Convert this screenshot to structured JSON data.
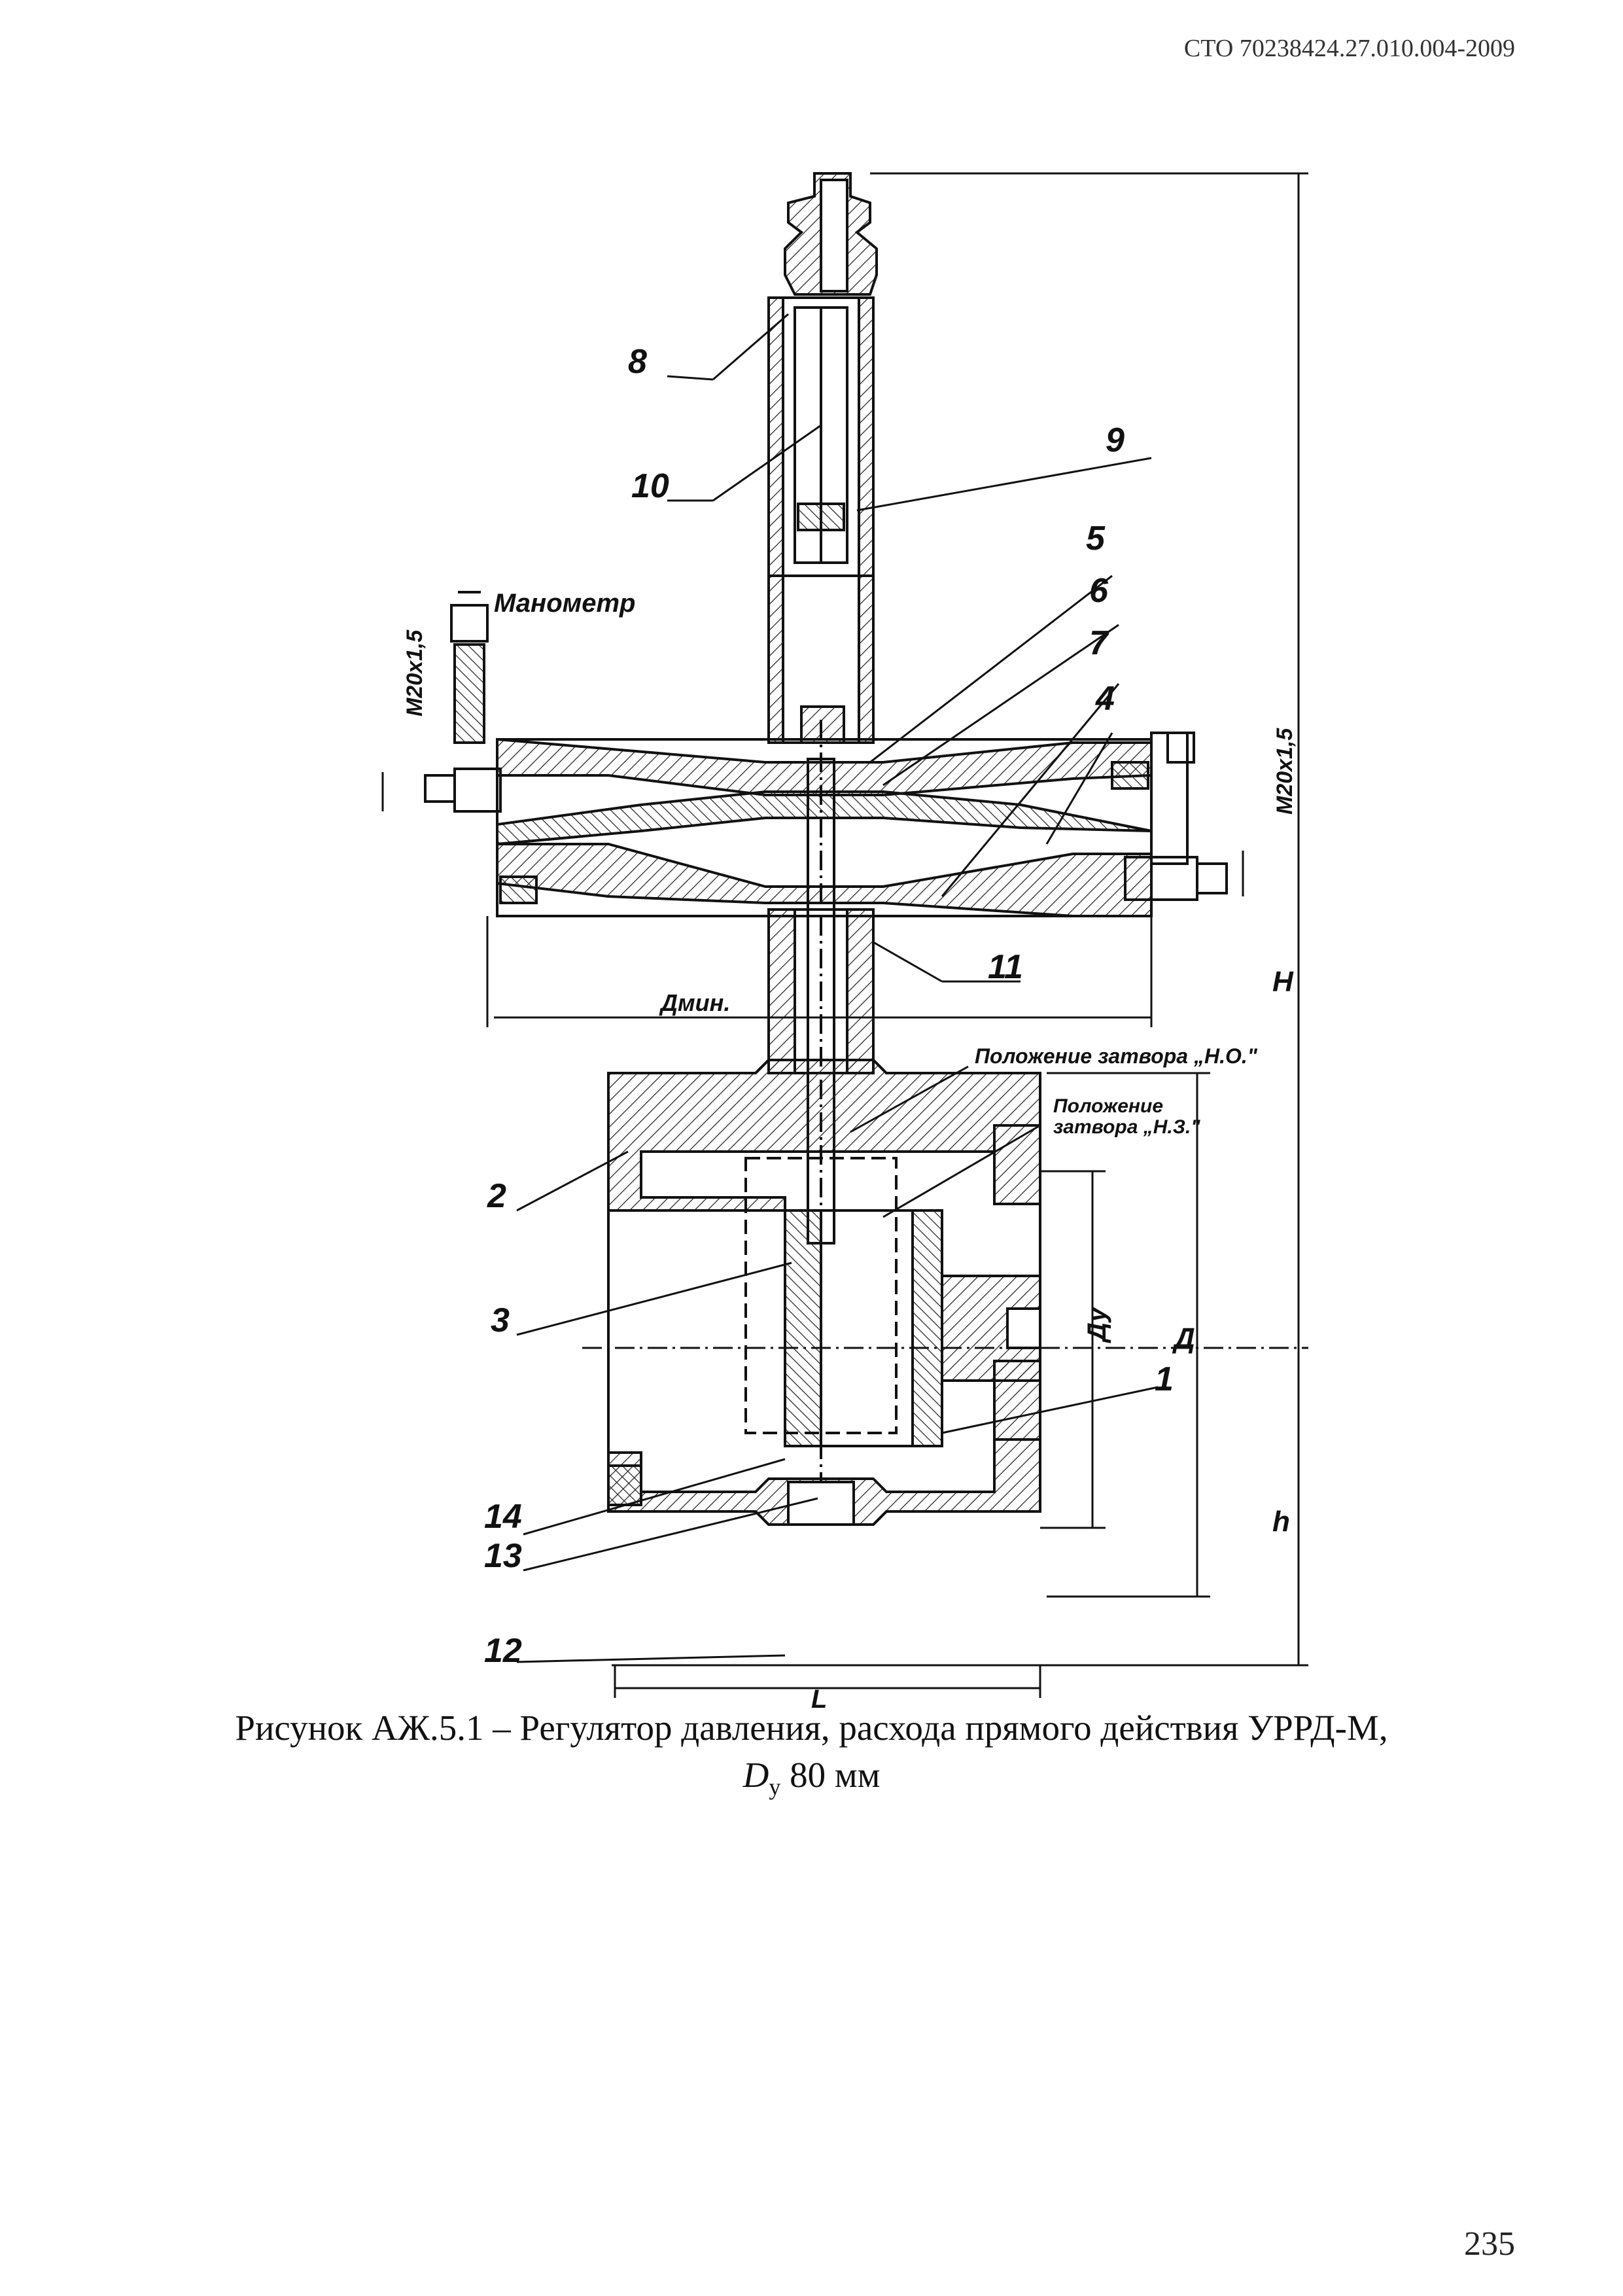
{
  "header": {
    "doc_code": "СТО 70238424.27.010.004-2009"
  },
  "figure": {
    "caption_line1": "Рисунок АЖ.5.1 – Регулятор давления, расхода прямого действия УРРД-М,",
    "caption_d": "D",
    "caption_sub": "у",
    "caption_tail": " 80 мм",
    "labels": {
      "manometer": "Манометр",
      "thread_left": "M20x1,5",
      "thread_right": "M20x1,5",
      "d_min": "Дмин.",
      "pos_no": "Положение затвора „Н.О.\"",
      "pos_nz_1": "Положение",
      "pos_nz_2": "затвора „Н.З.\"",
      "dim_H": "H",
      "dim_h": "h",
      "dim_Du": "Ду",
      "dim_D": "Д",
      "dim_L": "L"
    },
    "callouts": [
      "1",
      "2",
      "3",
      "4",
      "5",
      "6",
      "7",
      "8",
      "9",
      "10",
      "11",
      "12",
      "13",
      "14"
    ]
  },
  "footer": {
    "page_number": "235"
  },
  "colors": {
    "ink": "#111111",
    "paper": "#ffffff"
  }
}
